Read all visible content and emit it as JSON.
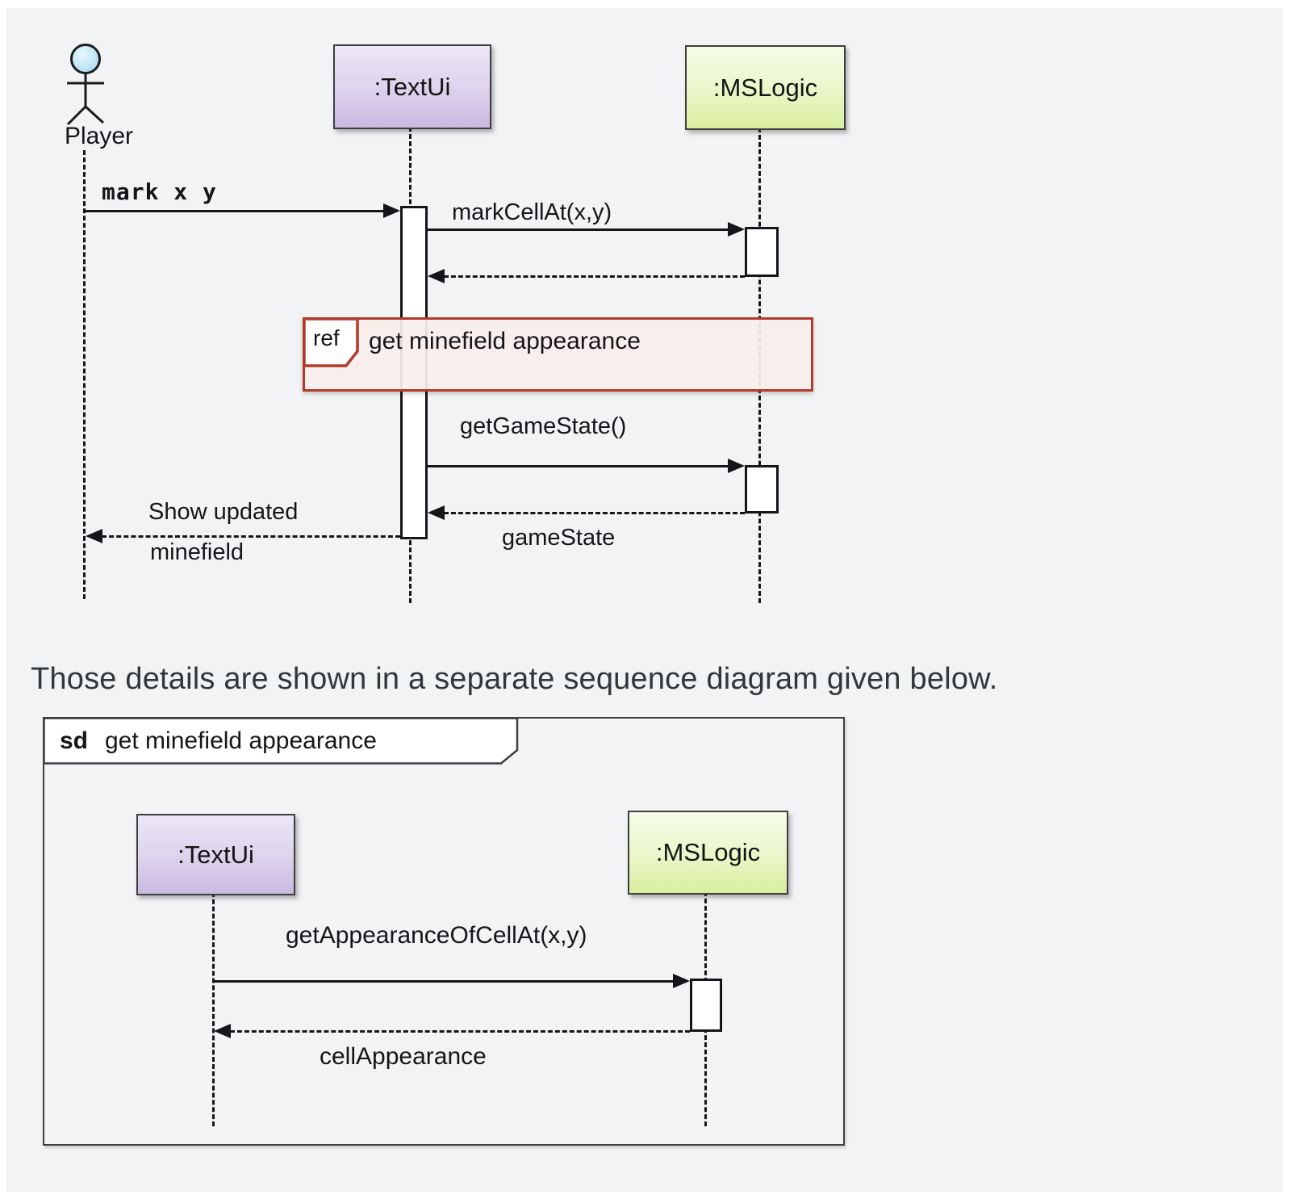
{
  "colors": {
    "background": "#f1f3f4",
    "textui_fill_top": "#ece7f6",
    "textui_fill_bottom": "#c9badf",
    "mslogic_fill_top": "#f6fce9",
    "mslogic_fill_bottom": "#d9ee9e",
    "ref_border": "#b23b2c",
    "ref_fill": "#f9eeec",
    "actor_head": "#bfe6f6",
    "line_color": "#15151a",
    "caption_color": "#32373c"
  },
  "top_diagram": {
    "actor": {
      "label": "Player"
    },
    "participants": {
      "textui": ":TextUi",
      "mslogic": ":MSLogic"
    },
    "messages": {
      "mark": "mark x y",
      "mark_cell": "markCellAt(x,y)",
      "get_game_state": "getGameState()",
      "game_state_return": "gameState",
      "show_updated_line1": "Show updated",
      "show_updated_line2": "minefield"
    },
    "ref_fragment": {
      "keyword": "ref",
      "label": "get minefield appearance"
    }
  },
  "caption": "Those details are shown in a separate sequence diagram given below.",
  "sub_diagram": {
    "frame": {
      "keyword": "sd",
      "title": "get minefield appearance"
    },
    "participants": {
      "textui": ":TextUi",
      "mslogic": ":MSLogic"
    },
    "messages": {
      "call": "getAppearanceOfCellAt(x,y)",
      "return": "cellAppearance"
    }
  }
}
